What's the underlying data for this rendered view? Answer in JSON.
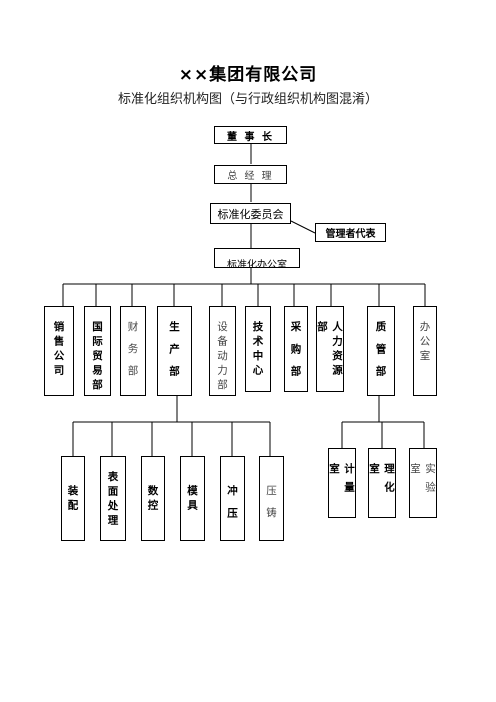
{
  "title": "××集团有限公司",
  "subtitle": "标准化组织机构图（与行政组织机构图混淆）",
  "top_chain": {
    "chairman": "董 事 长",
    "general_manager": "总 经 理",
    "committee": "标准化委员会",
    "rep": "管理者代表",
    "office": "标准化办公室"
  },
  "departments": [
    "销售公司",
    "国际贸易部",
    "财 务 部",
    "生 产 部",
    "设备动力部",
    "技术中心",
    "采 购 部",
    "人力资源部",
    "质 管 部",
    "办公室"
  ],
  "production_units": [
    "装配",
    "表面处理",
    "数控",
    "模具",
    "冲 压",
    "压 铸"
  ],
  "quality_units": [
    "计量室",
    "理化室",
    "实验室"
  ]
}
